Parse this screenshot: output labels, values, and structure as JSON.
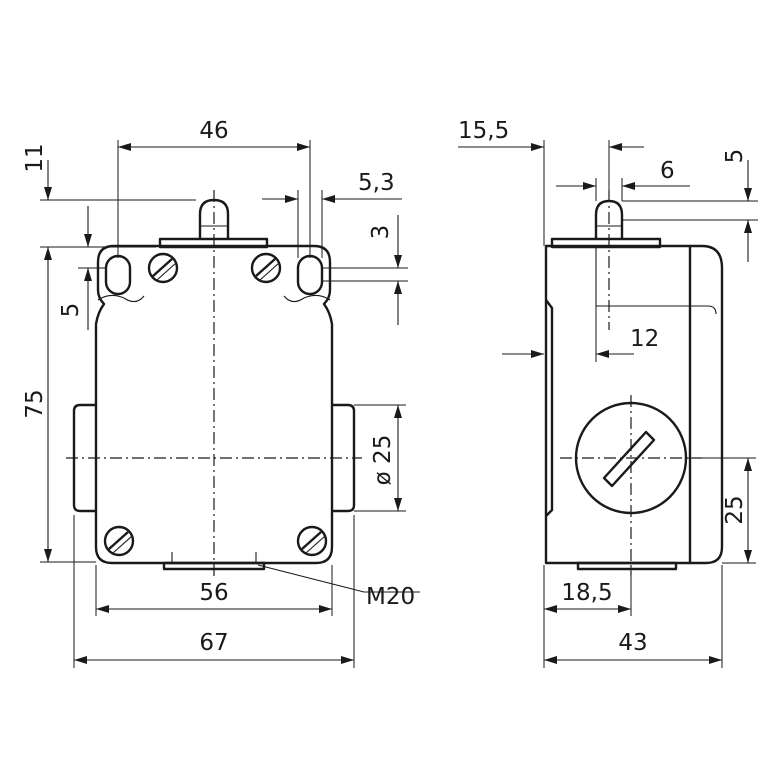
{
  "labels": {
    "front_width_top": "46",
    "front_height_11": "11",
    "front_slot_5_3": "5,3",
    "front_slot_3": "3",
    "front_side_5": "5",
    "front_height_75": "75",
    "front_diameter_25": "ø 25",
    "front_spacing_56": "56",
    "front_thread_m20": "M20",
    "front_width_67": "67",
    "side_offset_15_5": "15,5",
    "side_plunger_6": "6",
    "side_top_5": "5",
    "side_depth_12": "12",
    "side_height_25": "25",
    "side_offset_18_5": "18,5",
    "side_width_43": "43"
  },
  "colors": {
    "line": "#1a1a1a",
    "background": "#ffffff"
  }
}
